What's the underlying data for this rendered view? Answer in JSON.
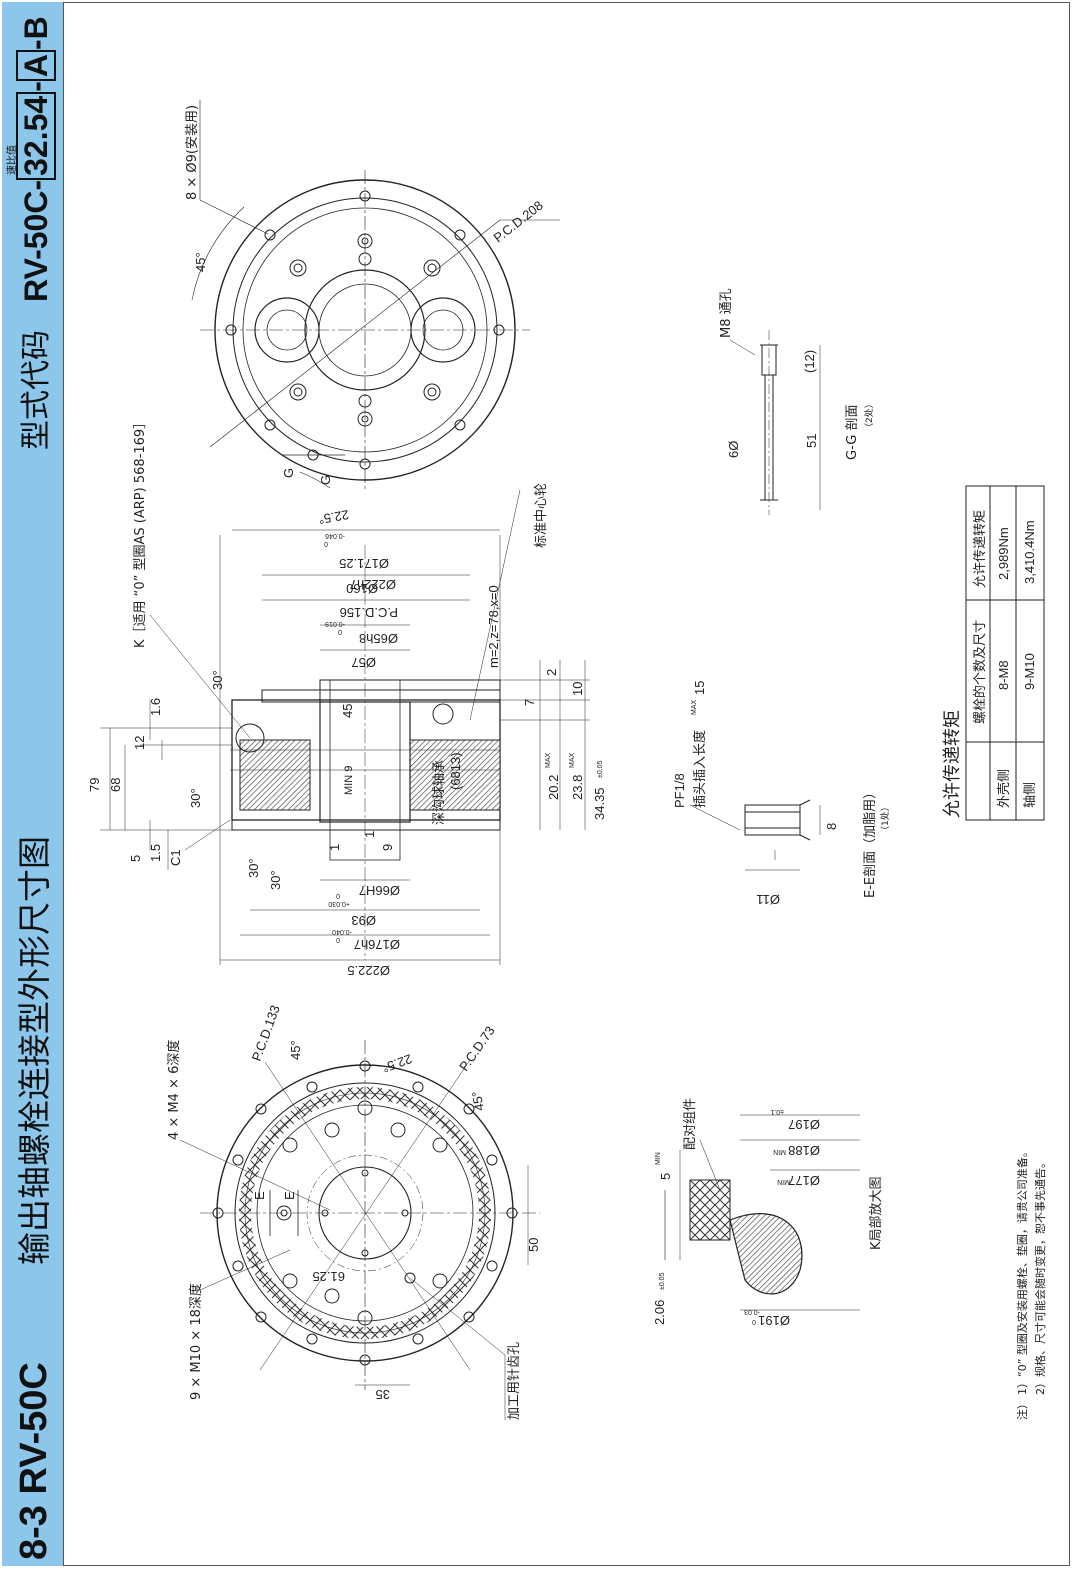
{
  "header": {
    "section_code": "8-3 RV-50C",
    "title": "输出轴螺栓连接型外形尺寸图",
    "model_label": "型式代码",
    "model_prefix": "RV-50C-",
    "ratio": "32.54",
    "ratio_label": "速比值",
    "sep": "-",
    "variant": "A",
    "suffix": "-B"
  },
  "top_view": {
    "holes": "8 × Ø9(安装用)",
    "pcd": "P.C.D.208",
    "angle1": "45°",
    "angle2": "22.5°",
    "g1": "G",
    "g2": "G"
  },
  "section_gg": {
    "tap": "M8 通孔",
    "dim12": "(12)",
    "dim51": "51",
    "dia": "6Ø",
    "caption": "G-G 剖面",
    "caption_sub": "（2处）"
  },
  "side_view": {
    "k_note": "K［适用 “0” 型圈AS (ARP) 568-169］",
    "center_wheel": "标准中心轮",
    "gear": "m=2,z=78,x=0",
    "d222h7": "Ø222h7",
    "d222_tol_top": "0",
    "d222_tol_bot": "-0.046",
    "d171": "Ø171.25",
    "d160": "Ø160",
    "pcd156": "P.C.D.156",
    "d65": "Ø65h8",
    "d65_tol_top": "0",
    "d65_tol_bot": "-0.019",
    "d57": "Ø57",
    "d45": "45",
    "min9": "MIN 9",
    "bearing": "深沟球轴承",
    "bearing_code": "(6813)",
    "dim79": "79",
    "dim68": "68",
    "dim1_6": "1.6",
    "dim12": "12",
    "dim5": "5",
    "dim1_5": "1.5",
    "c1": "C1",
    "a30_1": "30°",
    "a30_2": "30°",
    "a30_3": "30°",
    "a30_4": "30°",
    "dim2": "2",
    "dim10": "10",
    "dim7": "7",
    "dim20_2": "20.2",
    "dim20_2_sup": "MAX",
    "dim23_8": "23.8",
    "dim23_8_sup": "MAX",
    "dim34_35": "34.35",
    "dim34_35_tol": "±0.05",
    "dim1a": "1",
    "dim1b": "1",
    "dim9": "9",
    "d66h7": "Ø66H7",
    "d66_tol_top": "+0.030",
    "d66_tol_bot": "0",
    "d93": "Ø93",
    "d176": "Ø176h7",
    "d176_tol_top": "0",
    "d176_tol_bot": "-0.040",
    "d222_5": "Ø222.5"
  },
  "section_ee": {
    "pf": "PF1/8",
    "note": "插头插入长度",
    "note_sup": "MAX",
    "note_val": "15",
    "dim8": "8",
    "d11": "Ø11",
    "caption": "E-E剖面（加脂用）",
    "caption_sub": "（1处）"
  },
  "torque": {
    "title": "允许传递转矩",
    "col1": "螺栓的个数及尺寸",
    "col2": "允许传递转矩",
    "rows": [
      {
        "name": "外壳侧",
        "bolts": "8-M8",
        "torque": "2,989Nm"
      },
      {
        "name": "轴侧",
        "bolts": "9-M10",
        "torque": "3,410.4Nm"
      }
    ]
  },
  "bottom_view": {
    "m4": "4 × M4 × 6深度",
    "pcd133": "P.C.D.133",
    "pcd73": "P.C.D.73",
    "a45a": "45°",
    "a45b": "45°",
    "a22_5": "22.5°",
    "m10": "9 × M10 × 18深度",
    "pin": "加工用针齿孔",
    "d61": "61.25",
    "d50": "50",
    "d35": "35",
    "e1": "E",
    "e2": "E"
  },
  "detail_k": {
    "mating": "配对组件",
    "five": "5",
    "five_sup": "MIN",
    "d197": "Ø197",
    "d197_tol": "±0.1",
    "d188": "Ø188",
    "d188_sup": "MIN",
    "d177": "Ø177",
    "d177_sup": "MIN",
    "d191": "Ø191",
    "d191_tol_top": "0",
    "d191_tol_bot": "-0.03",
    "d2_06": "2.06",
    "d2_06_tol": "±0.05",
    "caption": "K局部放大图"
  },
  "notes": {
    "label": "注）",
    "n1": "1）“0” 型圈及安装用螺栓、垫圈，请贵公司准备。",
    "n2": "2）规格、尺寸可能会随时变更，恕不事先通告。"
  }
}
